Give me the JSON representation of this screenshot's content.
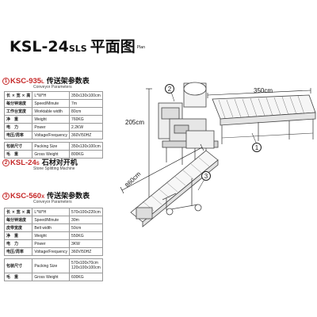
{
  "title": {
    "main": "KSL-24",
    "sub": "SLS",
    "cn": "平面图",
    "plan": "Plan"
  },
  "sections": [
    {
      "num": "1",
      "model": "KSC-935",
      "suffix": "L",
      "cn": "传送架参数表",
      "sub_en": "Conveyor Parameters",
      "rows": [
        {
          "cn": "长 × 宽 × 高",
          "en": "L*W*H",
          "val": "350x130x100cm"
        },
        {
          "cn": "每分钟速度",
          "en": "Speed/Minute",
          "val": "7m"
        },
        {
          "cn": "工作台宽度",
          "en": "Worktable width",
          "val": "80cm"
        },
        {
          "cn": "净　重",
          "en": "Weight",
          "val": "760KG"
        },
        {
          "cn": "电　力",
          "en": "Power",
          "val": "2.2KW"
        },
        {
          "cn": "电压/周率",
          "en": "Voltage/Frequency",
          "val": "360V/50HZ"
        }
      ],
      "pack_rows": [
        {
          "cn": "包装尺寸",
          "en": "Packing Size",
          "val": "350x130x100cm"
        },
        {
          "cn": "毛　重",
          "en": "Gross Weight",
          "val": "800KG"
        }
      ]
    },
    {
      "num": "2",
      "model": "KSL-24",
      "suffix": "S",
      "cn": "石材对开机",
      "sub_en": "Stone Splitting Machine"
    },
    {
      "num": "3",
      "model": "KSC-560",
      "suffix": "X",
      "cn": "传送架参数表",
      "sub_en": "Conveyor Parameters",
      "rows": [
        {
          "cn": "长 × 宽 × 高",
          "en": "L*W*H",
          "val": "570x100x220cm"
        },
        {
          "cn": "每分钟速度",
          "en": "Speed/Minute",
          "val": "30m"
        },
        {
          "cn": "皮带宽度",
          "en": "Belt width",
          "val": "50cm"
        },
        {
          "cn": "净　重",
          "en": "Weight",
          "val": "550KG"
        },
        {
          "cn": "电　力",
          "en": "Power",
          "val": "3KW"
        },
        {
          "cn": "电压/周率",
          "en": "Voltage/Frequency",
          "val": "360V/50HZ"
        }
      ],
      "pack_rows": [
        {
          "cn": "包装尺寸",
          "en": "Packing Size",
          "val": "570x100x70cm\n120x100x100cm"
        },
        {
          "cn": "毛　重",
          "en": "Gross Weight",
          "val": "600KG"
        }
      ]
    }
  ],
  "diagram": {
    "dim_horizontal": "350cm",
    "dim_vertical": "205cm",
    "dim_diagonal": "860cm",
    "callouts": [
      "1",
      "2",
      "3"
    ]
  }
}
